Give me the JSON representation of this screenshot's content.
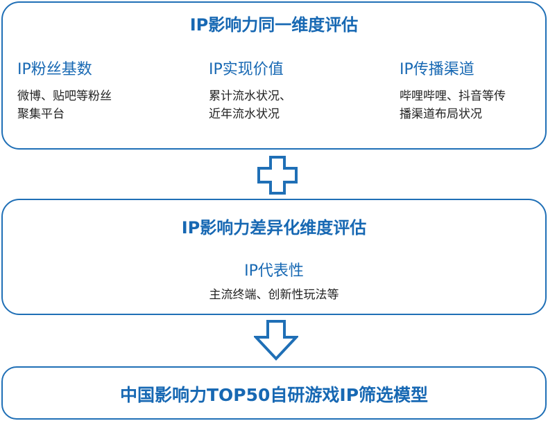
{
  "colors": {
    "accent": "#1f6fb6",
    "title_text": "#1768b3",
    "body_text": "#222222"
  },
  "box1": {
    "title": "IP影响力同一维度评估",
    "columns": [
      {
        "head": "IP粉丝基数",
        "desc_lines": [
          "微博、贴吧等粉丝",
          "聚集平台"
        ]
      },
      {
        "head": "IP实现价值",
        "desc_lines": [
          "累计流水状况、",
          "近年流水状况"
        ]
      },
      {
        "head": "IP传播渠道",
        "desc_lines": [
          "哔哩哔哩、抖音等传",
          "播渠道布局状况"
        ]
      }
    ]
  },
  "connector_top": {
    "icon": "plus-icon"
  },
  "box2": {
    "title": "IP影响力差异化维度评估",
    "sub_head": "IP代表性",
    "sub_desc": "主流终端、创新性玩法等"
  },
  "connector_bottom": {
    "icon": "arrow-down-icon"
  },
  "box3": {
    "title": "中国影响力TOP50自研游戏IP筛选模型"
  }
}
